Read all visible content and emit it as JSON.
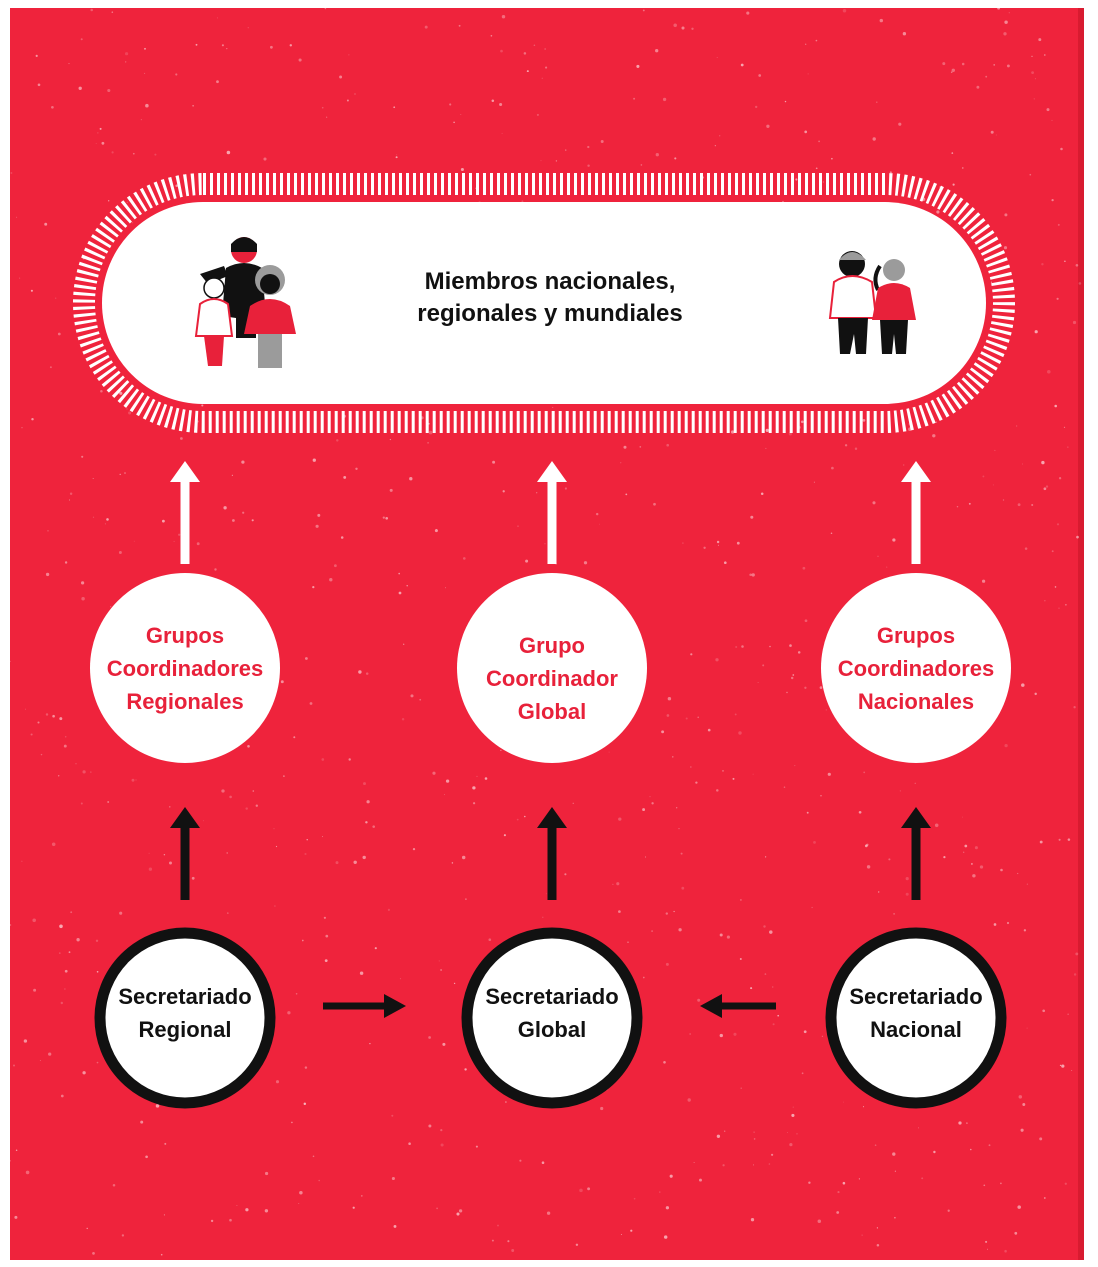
{
  "colors": {
    "background": "#ef233c",
    "accent_text": "#e8213a",
    "dark": "#111111",
    "white": "#ffffff"
  },
  "members": {
    "line1": "Miembros nacionales,",
    "line2": "regionales y mundiales",
    "icon_left": "group-of-three-people-icon",
    "icon_right": "pair-of-people-icon"
  },
  "coordinators": [
    {
      "line1": "Grupos",
      "line2": "Coordinadores",
      "line3": "Regionales"
    },
    {
      "line1": "Grupo",
      "line2": "Coordinador",
      "line3": "Global"
    },
    {
      "line1": "Grupos",
      "line2": "Coordinadores",
      "line3": "Nacionales"
    }
  ],
  "secretariats": [
    {
      "line1": "Secretariado",
      "line2": "Regional"
    },
    {
      "line1": "Secretariado",
      "line2": "Global"
    },
    {
      "line1": "Secretariado",
      "line2": "Nacional"
    }
  ]
}
